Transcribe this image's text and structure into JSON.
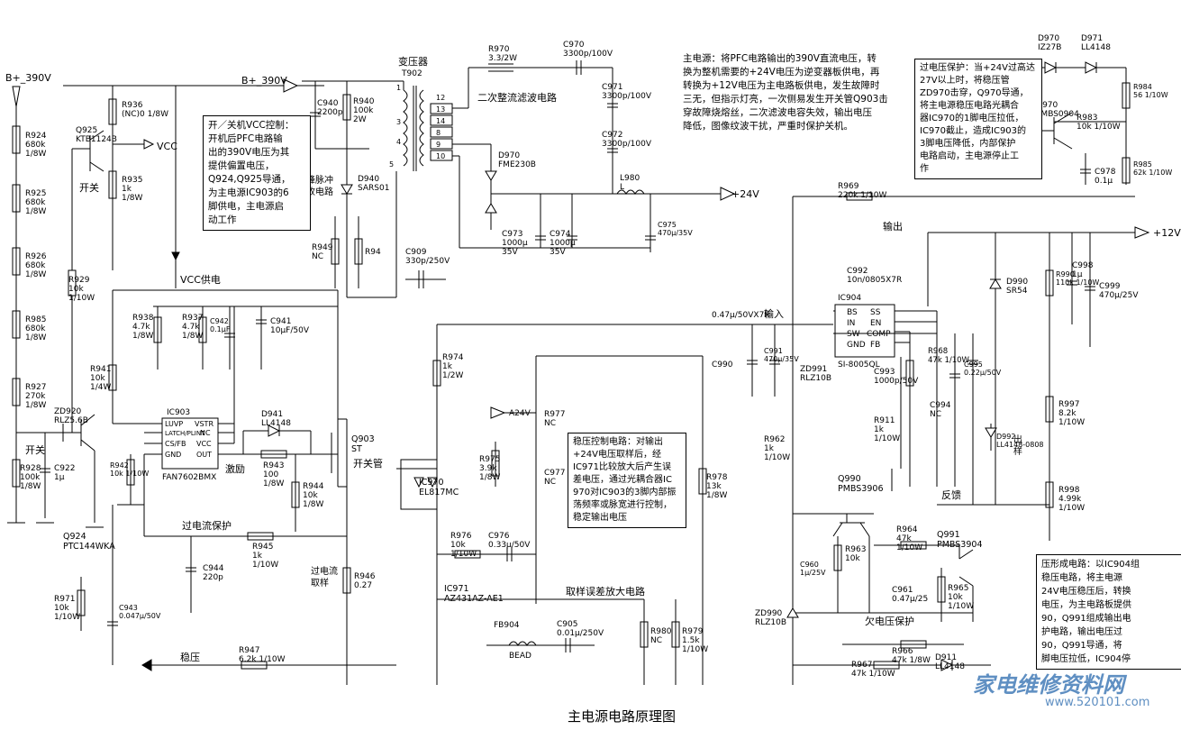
{
  "title": "主电源电路原理图",
  "watermark": {
    "text": "家电维修资料网",
    "url": "www.520101.com"
  },
  "notes": {
    "main_power": "主电源：将PFC电路输出的390V直流电压，转\n换为整机需要的+24V电压为逆变器板供电，再\n转换为+12V电压为主电路板供电，发生故障时\n三无，但指示灯亮，一次侧易发生开关管Q903击\n穿故障烧熔丝，二次滤波电容失效，输出电压\n降低，图像纹波干扰，严重时保护关机。",
    "on_off_vcc": "开／关机VCC控制：\n开机后PFC电路输\n出的390V电压为其\n提供偏置电压，\nQ924,Q925导通，\n为主电源IC903的6\n脚供电，主电源启\n动工作",
    "regulation": "稳压控制电路：对输出\n+24V电压取样后，经\nIC971比较放大后产生误\n差电压，通过光耦合器IC\n970对IC903的3脚内部振\n荡频率或脉宽进行控制，\n稳定输出电压",
    "overvoltage": "过电压保护：当+24V过高达\n27V以上时，将稳压管\nZD970击穿，Q970导通，\n将主电源稳压电路光耦合\n器IC970的1脚电压拉低，\nIC970截止，造成IC903的\n3脚电压降低，内部保护\n电路启动，主电源停止工\n作",
    "regulator_12v": "压形成电路：以IC904组\n稳压电路，将主电源\n24V电压稳压后，转换\n电压，为主电路板提供\n90，Q991组成输出电\n护电路，输出电压过\n90，Q991导通，将\n脚电压拉低，IC904停"
  },
  "labels": {
    "b390_left": "B+_390V",
    "b390_top": "B+_390V",
    "transformer": "变压器",
    "t902": "T902",
    "vcc": "VCC",
    "vcc_supply": "VCC供电",
    "switch1": "开关",
    "switch2": "开关",
    "secondary_rect": "二次整流滤波电路",
    "spike_absorb": "尖峰脉冲\n吸收电路",
    "out_24v": "+24V",
    "out_12v": "+12V",
    "output": "输出",
    "input": "输入",
    "feedback": "反馈",
    "sample": "出\n样",
    "excite": "激励",
    "switch_tube": "开关管",
    "overcurrent_prot": "过电流保护",
    "overcurrent_sample": "过电流\n取样",
    "regulate": "稳压",
    "sampling_amp": "取样误差放大电路",
    "undervoltage": "欠电压保护",
    "a24v": "A24V"
  },
  "components": {
    "R924": "R924\n680k\n1/8W",
    "R925": "R925\n680k\n1/8W",
    "R926": "R926\n680k\n1/8W",
    "R985L": "R985\n680k\n1/8W",
    "R927": "R927\n270k\n1/8W",
    "R928": "R928\n100k\n1/8W",
    "C922": "C922\n1μ",
    "ZD920": "ZD920\nRLZ5.6B",
    "Q924": "Q924\nPTC144WKA",
    "Q925": "Q925\nKTB1124B",
    "R936": "R936\n(NC)0 1/8W",
    "R935": "R935\n1k\n1/8W",
    "R929": "R929\n10k\n1/10W",
    "R938": "R938\n4.7k\n1/8W",
    "R937": "R937\n4.7k\n1/8W",
    "C942": "C942\n0.1μF",
    "C941": "C941\n10μF/50V",
    "R941": "R941\n10k\n1/4W",
    "IC903": "IC903",
    "IC903_part": "FAN7602BMX",
    "IC903_pins": [
      "LUVP",
      "LATCH/PLINT",
      "CS/FB",
      "GND",
      "VSTR",
      "NC",
      "VCC",
      "OUT"
    ],
    "D941": "D941\nLL4148",
    "R943": "R943\n100\n1/8W",
    "R942": "R942\n10k 1/10W",
    "R944": "R944\n10k\n1/8W",
    "Q903": "Q903\nST",
    "R945": "R945\n1k\n1/10W",
    "C944": "C944\n220p",
    "R946": "R946\n0.27",
    "R971": "R971\n10k\n1/10W",
    "C943": "C943\n0.047μ/50V",
    "R947": "R947\n6.2k 1/10W",
    "C940": "C940\n2200p",
    "R940": "R940\n100k\n2W",
    "D940": "D940\nSARS01",
    "R949": "R949\nNC",
    "R94": "R94",
    "C909": "C909\n330p/250V",
    "R970": "R970\n3.3/2W",
    "C970": "C970\n3300p/100V",
    "C971": "C971\n3300p/100V",
    "C972": "C972\n3300p/100V",
    "D970B": "D970\nFME230B",
    "C973": "C973\n1000μ\n35V",
    "C974": "C974\n1000μ\n35V",
    "L980": "L980\nL",
    "C975": "C975\n470μ/35V",
    "R974": "R974\n1k\n1/2W",
    "IC970": "IC970\nEL817MC",
    "R975": "R975\n3.9k\n1/8W",
    "R977": "R977\nNC",
    "C977": "C977\nNC",
    "R978": "R978\n13k\n1/8W",
    "R976": "R976\n10k\n1/10W",
    "C976": "C976\n0.33μ/50V",
    "IC971": "IC971\nAZ431AZ-AE1",
    "FB904": "FB904",
    "BEAD": "BEAD",
    "C905": "C905\n0.01μ/250V",
    "R980": "R980\nNC",
    "R979": "R979\n1.5k\n1/10W",
    "C990": "C990",
    "C991": "C991\n470μ/35V",
    "C990_in": "0.47μ/50VX7R",
    "ZD991": "ZD991\nRLZ10B",
    "R962": "R962\n1k\n1/10W",
    "R969": "R969\n220k 1/10W",
    "C992": "C992\n10n/0805X7R",
    "IC904": "IC904",
    "IC904_part": "SI-8005QL",
    "IC904_pins": [
      "BS",
      "IN",
      "SW",
      "GND",
      "SS",
      "EN",
      "COMP",
      "FB"
    ],
    "R968": "R968\n47k 1/10W",
    "C993": "C993\n1000p/50V",
    "C995": "C995\n0.22μ/50V",
    "C994": "C994\nNC",
    "R911": "R911\n1k\n1/10W",
    "D992": "D992\nLL4148-0808",
    "D990": "D990\nSR54",
    "R990": "R990\n110k 1/10W",
    "C998": "C998\n1μ",
    "C999": "C999\n470μ/25V",
    "R997": "R997\n8.2k\n1/10W",
    "R998": "R998\n4.99k\n1/10W",
    "Q990": "Q990\nPMBS3906",
    "R963": "R963\n10k",
    "C960": "C960\n1μ/25V",
    "ZD990": "ZD990\nRLZ10B",
    "R964": "R964\n47k\n1/10W",
    "Q991": "Q991\nPMBS3904",
    "C961": "C961\n0.47μ/25",
    "R965": "R965\n10k\n1/10W",
    "R967": "R967\n47k 1/10W",
    "R966": "R966\n47k 1/8W",
    "D911": "D911\nLL4148",
    "D970Z": "D970\nIZ27B",
    "D971": "D971\nLL4148",
    "R984": "R984\n56 1/10W",
    "Q970": "Q970\nPMBS0904",
    "R983": "R983\n10k 1/10W",
    "C978": "C978\n0.1μ",
    "R985R": "R985\n62k 1/10W"
  },
  "transformer_pins": [
    "1",
    "3",
    "4",
    "5",
    "12",
    "13",
    "14",
    "8",
    "9",
    "10"
  ]
}
